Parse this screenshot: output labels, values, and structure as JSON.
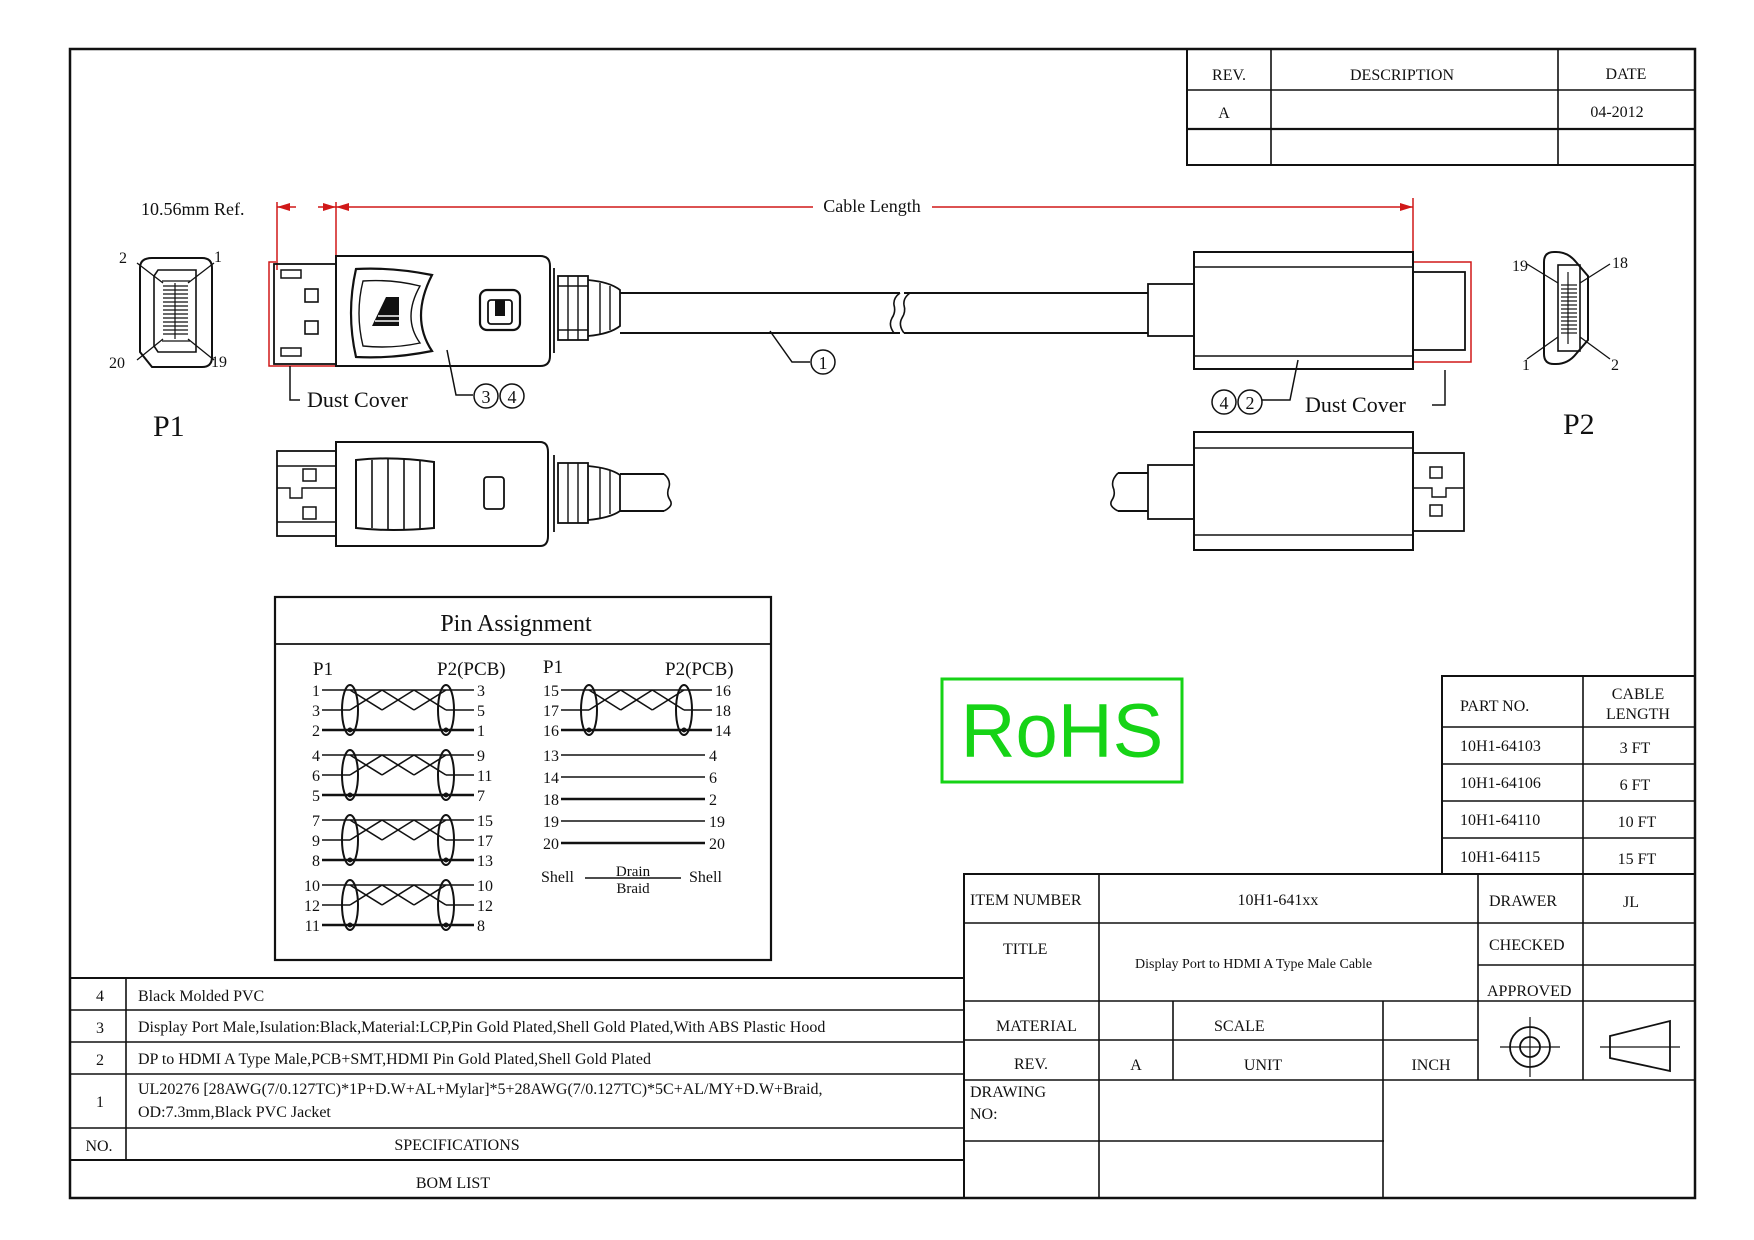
{
  "rev_table": {
    "headers": [
      "REV.",
      "DESCRIPTION",
      "DATE"
    ],
    "rows": [
      [
        "A",
        "",
        "04-2012"
      ],
      [
        "",
        "",
        ""
      ]
    ]
  },
  "dims": {
    "dust_ref": "10.56mm Ref.",
    "cable_length": "Cable Length"
  },
  "callouts": {
    "item1": "1",
    "item3": "3",
    "item4": "4",
    "item4b": "4",
    "item2": "2",
    "dust_cover_left": "Dust Cover",
    "dust_cover_right": "Dust Cover"
  },
  "p1": {
    "label": "P1",
    "pins": {
      "tl": "2",
      "tr": "1",
      "bl": "20",
      "br": "19"
    }
  },
  "p2": {
    "label": "P2",
    "pins": {
      "tl": "19",
      "tr": "18",
      "bl": "1",
      "br": "2"
    }
  },
  "pin_assignment": {
    "title": "Pin Assignment",
    "left": {
      "p1_header": "P1",
      "p2_header": "P2(PCB)",
      "groups": [
        {
          "p1": [
            "1",
            "3",
            "2"
          ],
          "p2": [
            "3",
            "5",
            "1"
          ]
        },
        {
          "p1": [
            "4",
            "6",
            "5"
          ],
          "p2": [
            "9",
            "11",
            "7"
          ]
        },
        {
          "p1": [
            "7",
            "9",
            "8"
          ],
          "p2": [
            "15",
            "17",
            "13"
          ]
        },
        {
          "p1": [
            "10",
            "12",
            "11"
          ],
          "p2": [
            "10",
            "12",
            "8"
          ]
        }
      ]
    },
    "right": {
      "p1_header": "P1",
      "p2_header": "P2(PCB)",
      "group": {
        "p1": [
          "15",
          "17",
          "16"
        ],
        "p2": [
          "16",
          "18",
          "14"
        ]
      },
      "singles": [
        {
          "p1": "13",
          "p2": "4"
        },
        {
          "p1": "14",
          "p2": "6"
        },
        {
          "p1": "18",
          "p2": "2"
        },
        {
          "p1": "19",
          "p2": "19"
        },
        {
          "p1": "20",
          "p2": "20"
        }
      ],
      "shell_left": "Shell",
      "shell_right": "Shell",
      "drain": "Drain",
      "braid": "Braid"
    }
  },
  "rohs": {
    "text": "RoHS",
    "color": "#16d316"
  },
  "part_table": {
    "headers": [
      "PART NO.",
      "CABLE",
      "LENGTH"
    ],
    "rows": [
      [
        "10H1-64103",
        "3 FT"
      ],
      [
        "10H1-64106",
        "6 FT"
      ],
      [
        "10H1-64110",
        "10 FT"
      ],
      [
        "10H1-64115",
        "15 FT"
      ]
    ]
  },
  "bom": {
    "rows": [
      {
        "no": "4",
        "spec": "Black Molded PVC"
      },
      {
        "no": "3",
        "spec": "Display Port Male,Isulation:Black,Material:LCP,Pin Gold Plated,Shell Gold Plated,With ABS Plastic Hood"
      },
      {
        "no": "2",
        "spec": "DP to HDMI A Type Male,PCB+SMT,HDMI Pin Gold Plated,Shell Gold Plated"
      },
      {
        "no": "1",
        "spec_line1": "UL20276 [28AWG(7/0.127TC)*1P+D.W+AL+Mylar]*5+28AWG(7/0.127TC)*5C+AL/MY+D.W+Braid,",
        "spec_line2": "OD:7.3mm,Black PVC Jacket"
      }
    ],
    "header_no": "NO.",
    "header_spec": "SPECIFICATIONS",
    "footer": "BOM LIST"
  },
  "title_block": {
    "item_number_label": "ITEM NUMBER",
    "item_number": "10H1-641xx",
    "drawer_label": "DRAWER",
    "drawer": "JL",
    "title_label": "TITLE",
    "title": "Display Port  to HDMI A Type  Male Cable",
    "checked_label": "CHECKED",
    "approved_label": "APPROVED",
    "material_label": "MATERIAL",
    "scale_label": "SCALE",
    "rev_label": "REV.",
    "rev": "A",
    "unit_label": "UNIT",
    "unit": "INCH",
    "drawing_no_label_1": "DRAWING",
    "drawing_no_label_2": "NO:"
  },
  "colors": {
    "dimension": "#d01818",
    "ink": "#111111",
    "rohs": "#16d316"
  }
}
